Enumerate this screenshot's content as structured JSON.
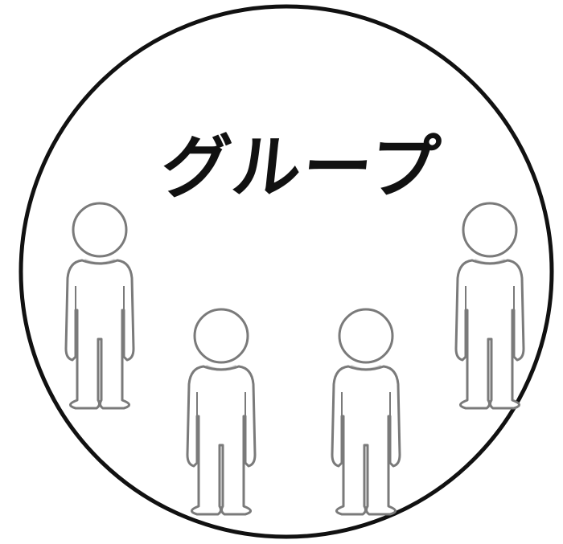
{
  "title": "グループ",
  "colors": {
    "outline": "#111111",
    "figure_stroke": "#7a7a7a",
    "figure_fill": "#ffffff",
    "collar_shade": "#cfcfcf",
    "background": "#ffffff"
  },
  "figures": [
    {
      "name": "person-figure-1",
      "icon": "standing-person-icon"
    },
    {
      "name": "person-figure-2",
      "icon": "standing-person-icon"
    },
    {
      "name": "person-figure-3",
      "icon": "standing-person-icon"
    },
    {
      "name": "person-figure-4",
      "icon": "standing-person-icon"
    }
  ]
}
